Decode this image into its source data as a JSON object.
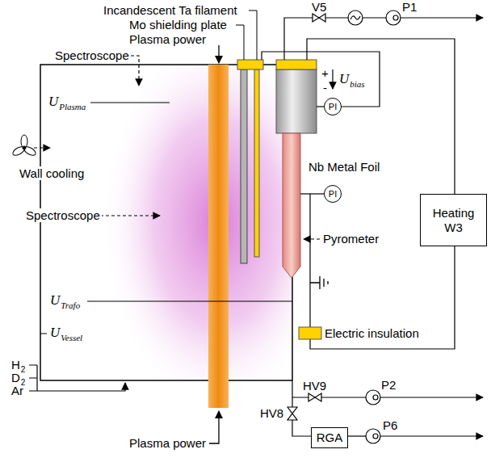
{
  "diagram": {
    "nodes": [
      {
        "text": [
          "Heating W3"
        ]
      },
      {
        "text": [
          "PI"
        ]
      },
      {
        "text": [
          "PI"
        ]
      },
      {
        "text": [
          "RGA"
        ]
      }
    ],
    "labels": [
      "Incandescent Ta filament",
      "Mo shielding plate",
      "Plasma power",
      "Spectroscope",
      "U",
      "Plasma",
      "Wall cooling",
      "Spectroscope",
      "U",
      "Trafo",
      "U",
      "Vessel",
      "H",
      "2",
      "D",
      "2",
      "Ar",
      "Plasma power",
      "V5",
      "P1",
      "+",
      "-",
      "U",
      "bias",
      "Nb Metal Foil",
      "Pyrometer",
      "Electric insulation",
      "HV9",
      "P2",
      "HV8",
      "P6"
    ]
  }
}
